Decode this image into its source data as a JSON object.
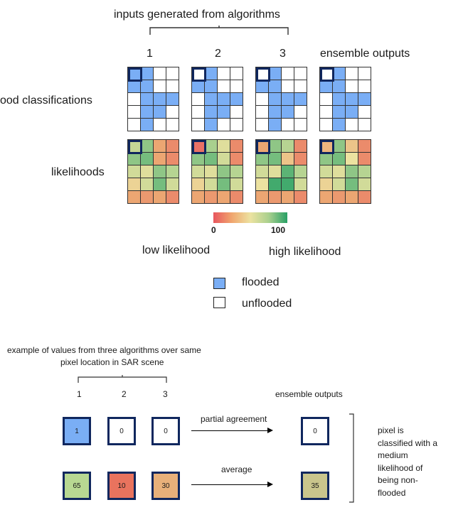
{
  "header": {
    "title": "inputs generated from algorithms"
  },
  "columns": [
    "1",
    "2",
    "3",
    "ensemble outputs"
  ],
  "rows": {
    "classifications": "flood classifications",
    "likelihoods": "likelihoods"
  },
  "colorbar": {
    "min": "0",
    "max": "100",
    "low_label": "low likelihood",
    "high_label": "high likelihood"
  },
  "legend": {
    "flooded": "flooded",
    "unflooded": "unflooded"
  },
  "colors": {
    "flooded": "#7aaef5",
    "unflooded": "#ffffff",
    "highlight": "#10275e"
  },
  "classification_grids": [
    [
      [
        1,
        1,
        0,
        0
      ],
      [
        1,
        1,
        0,
        0
      ],
      [
        0,
        1,
        1,
        1
      ],
      [
        0,
        1,
        1,
        0
      ],
      [
        0,
        1,
        0,
        0
      ]
    ],
    [
      [
        0,
        1,
        0,
        0
      ],
      [
        1,
        1,
        0,
        0
      ],
      [
        0,
        1,
        1,
        1
      ],
      [
        0,
        1,
        1,
        0
      ],
      [
        0,
        1,
        0,
        0
      ]
    ],
    [
      [
        0,
        1,
        0,
        0
      ],
      [
        1,
        1,
        0,
        0
      ],
      [
        0,
        1,
        1,
        1
      ],
      [
        0,
        1,
        1,
        0
      ],
      [
        0,
        1,
        0,
        0
      ]
    ],
    [
      [
        0,
        1,
        0,
        0
      ],
      [
        1,
        1,
        0,
        0
      ],
      [
        0,
        1,
        1,
        1
      ],
      [
        0,
        1,
        1,
        0
      ],
      [
        0,
        1,
        0,
        0
      ]
    ]
  ],
  "likelihood_grids": [
    [
      [
        65,
        80,
        30,
        20
      ],
      [
        80,
        85,
        30,
        20
      ],
      [
        60,
        55,
        80,
        70
      ],
      [
        45,
        60,
        85,
        60
      ],
      [
        30,
        25,
        30,
        20
      ]
    ],
    [
      [
        10,
        75,
        55,
        20
      ],
      [
        80,
        85,
        60,
        20
      ],
      [
        60,
        55,
        80,
        70
      ],
      [
        45,
        60,
        85,
        60
      ],
      [
        30,
        25,
        30,
        20
      ]
    ],
    [
      [
        30,
        80,
        70,
        20
      ],
      [
        80,
        85,
        40,
        20
      ],
      [
        60,
        55,
        90,
        70
      ],
      [
        50,
        95,
        95,
        60
      ],
      [
        30,
        25,
        30,
        20
      ]
    ],
    [
      [
        35,
        80,
        40,
        20
      ],
      [
        80,
        85,
        50,
        20
      ],
      [
        60,
        55,
        80,
        70
      ],
      [
        45,
        60,
        85,
        60
      ],
      [
        30,
        25,
        30,
        20
      ]
    ]
  ],
  "example": {
    "title_line1": "example of values from three algorithms over same",
    "title_line2": "pixel location in SAR scene",
    "columns": [
      "1",
      "2",
      "3"
    ],
    "ensemble_label": "ensemble outputs",
    "classification_values": [
      "1",
      "0",
      "0"
    ],
    "classification_output": "0",
    "classification_method": "partial agreement",
    "likelihood_values": [
      "65",
      "10",
      "30"
    ],
    "likelihood_output": "35",
    "likelihood_method": "average",
    "likelihood_colors": [
      "#b8d892",
      "#e9735e",
      "#e8b07a"
    ],
    "output_color": "#c9c58c",
    "conclusion": [
      "pixel is",
      "classified with a",
      "medium",
      "likelihood of",
      "being non-",
      "flooded"
    ]
  }
}
